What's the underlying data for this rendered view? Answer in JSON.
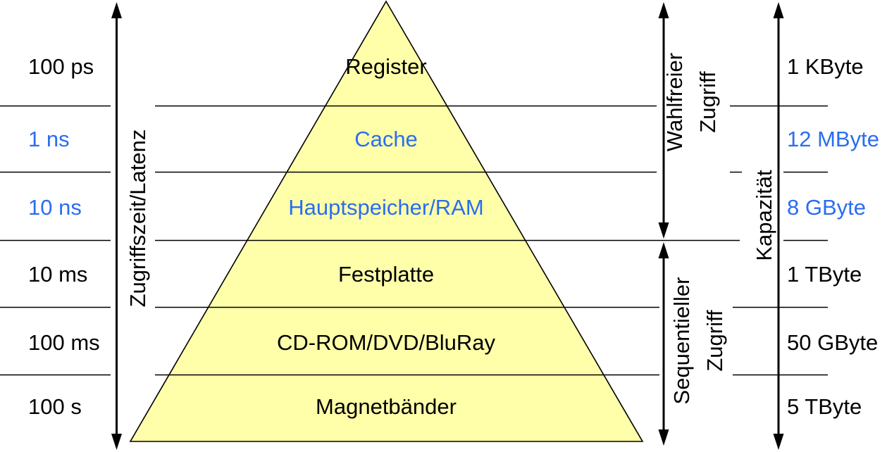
{
  "levels": [
    {
      "name": "Register",
      "time": "100 ps",
      "capacity": "1 KByte",
      "highlight": false
    },
    {
      "name": "Cache",
      "time": "1 ns",
      "capacity": "12 MByte",
      "highlight": true
    },
    {
      "name": "Hauptspeicher/RAM",
      "time": "10 ns",
      "capacity": "8 GByte",
      "highlight": true
    },
    {
      "name": "Festplatte",
      "time": "10 ms",
      "capacity": "1 TByte",
      "highlight": false
    },
    {
      "name": "CD-ROM/DVD/BluRay",
      "time": "100 ms",
      "capacity": "50 GByte",
      "highlight": false
    },
    {
      "name": "Magnetbänder",
      "time": "100 s",
      "capacity": "5 TByte",
      "highlight": false
    }
  ],
  "axis_labels": {
    "latency": "Zugriffszeit/Latenz",
    "random_access": [
      "Wahlfreier",
      "Zugriff"
    ],
    "sequential_access": [
      "Sequentieller",
      "Zugriff"
    ],
    "capacity": "Kapazität"
  },
  "colors": {
    "pyramid_fill": "#ffffaa",
    "highlight_text": "#2a6df0",
    "default_text": "#000000",
    "line": "#000000"
  }
}
